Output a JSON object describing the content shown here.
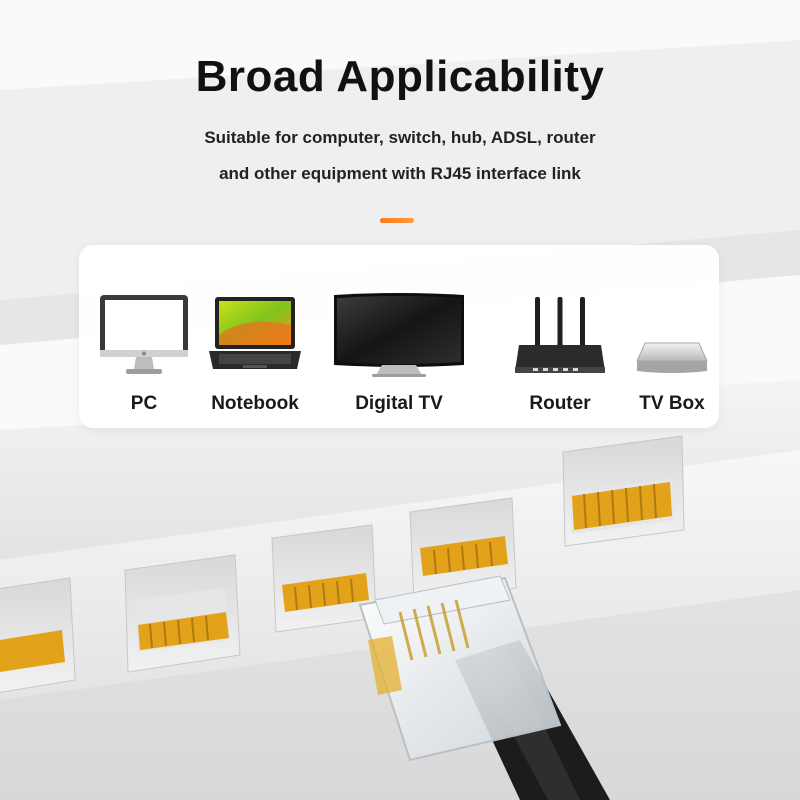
{
  "header": {
    "title": "Broad Applicability",
    "subtitle_line1": "Suitable for computer, switch, hub, ADSL, router",
    "subtitle_line2": "and other equipment with RJ45 interface link"
  },
  "colors": {
    "accent": "#ff8a2a",
    "contact_gold": "#e0a318",
    "router_body": "#2b2b2b",
    "cable": "#1a1a1a"
  },
  "devices": [
    {
      "id": "pc",
      "label": "PC",
      "icon": "pc-monitor-icon"
    },
    {
      "id": "notebook",
      "label": "Notebook",
      "icon": "laptop-icon"
    },
    {
      "id": "digital-tv",
      "label": "Digital TV",
      "icon": "tv-icon"
    },
    {
      "id": "router",
      "label": "Router",
      "icon": "router-icon"
    },
    {
      "id": "tv-box",
      "label": "TV Box",
      "icon": "tv-box-icon"
    }
  ]
}
